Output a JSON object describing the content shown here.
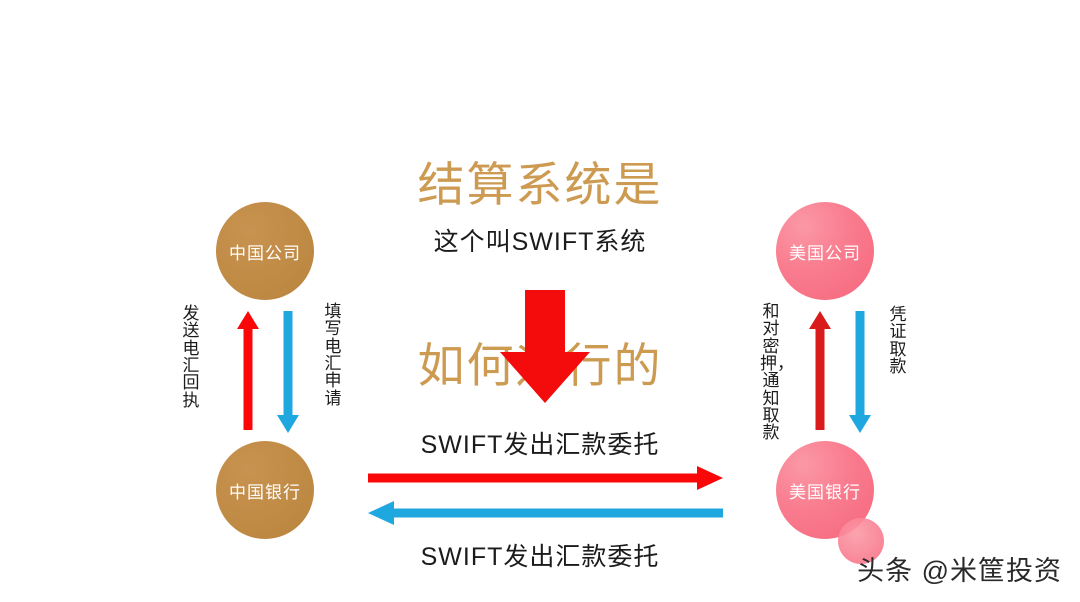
{
  "title": {
    "line1": "结算系统是",
    "line2": "如何运行的",
    "color": "#cd9a52"
  },
  "nodes": {
    "cn_company": {
      "label": "中国公司",
      "color": "#c08b45"
    },
    "cn_bank": {
      "label": "中国银行",
      "color": "#c08b45"
    },
    "us_company": {
      "label": "美国公司",
      "color": "#f5667c"
    },
    "us_bank": {
      "label": "美国银行",
      "color": "#f5667c"
    }
  },
  "labels": {
    "send_receipt": "发送电汇回执",
    "fill_request": "填写电汇申请",
    "verify_notify": "和对密押，通知取款",
    "voucher_withdraw": "凭证取款",
    "swift_caption": "这个叫SWIFT系统",
    "mid_top": "SWIFT发出汇款委托",
    "mid_bottom": "SWIFT发出汇款委托"
  },
  "colors": {
    "red_arrow": "#fa0808",
    "blue_arrow": "#1fa7e0",
    "text": "#1b1b1b"
  },
  "watermark": {
    "text": "头条 @米筐投资"
  }
}
